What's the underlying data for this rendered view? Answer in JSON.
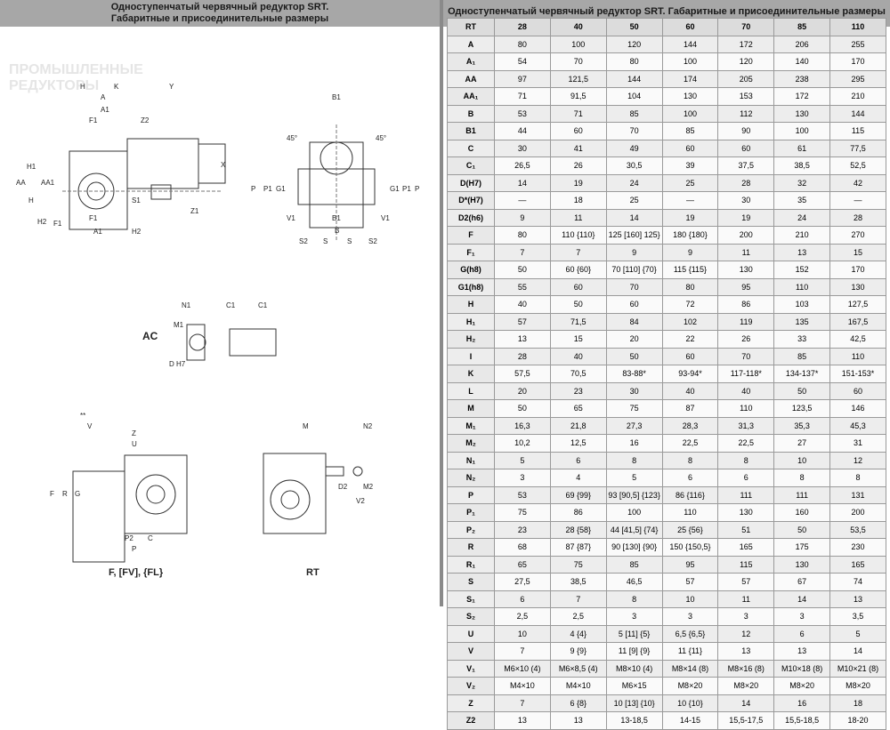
{
  "left_header": {
    "line1": "Одноступенчатый червячный редуктор SRT.",
    "line2": "Габаритные и присоединительные размеры"
  },
  "right_header": "Одноступенчатый червячный редуктор SRT. Габаритные и присоединительные размеры",
  "watermark": {
    "line1": "ПРОМЫШЛЕННЫЕ",
    "line2": "РЕДУКТОРЫ"
  },
  "diagram_labels": {
    "main": [
      "H",
      "K",
      "Y",
      "A",
      "A1",
      "F1",
      "Z2",
      "AA",
      "H1",
      "AA1",
      "H",
      "H2",
      "F1",
      "F1",
      "A1",
      "H2",
      "S1",
      "X",
      "Z1",
      "B1",
      "45°",
      "45°",
      "P",
      "P1",
      "G1",
      "G1",
      "P1",
      "P",
      "V1",
      "B1",
      "V1",
      "S2",
      "S",
      "S",
      "S2",
      "B"
    ],
    "ac": [
      "AC",
      "N1",
      "C1",
      "C1",
      "M1",
      "D H7"
    ],
    "flange": [
      "**",
      "V",
      "Z",
      "U",
      "F",
      "R",
      "G",
      "P2",
      "P",
      "C",
      "F, [FV], {FL}"
    ],
    "rt": [
      "M",
      "N2",
      "D2",
      "M2",
      "V2",
      "RT"
    ]
  },
  "table": {
    "rows": [
      {
        "label": "RT",
        "values": [
          "28",
          "40",
          "50",
          "60",
          "70",
          "85",
          "110"
        ]
      },
      {
        "label": "A",
        "values": [
          "80",
          "100",
          "120",
          "144",
          "172",
          "206",
          "255"
        ]
      },
      {
        "label": "A₁",
        "values": [
          "54",
          "70",
          "80",
          "100",
          "120",
          "140",
          "170"
        ]
      },
      {
        "label": "AA",
        "values": [
          "97",
          "121,5",
          "144",
          "174",
          "205",
          "238",
          "295"
        ]
      },
      {
        "label": "AA₁",
        "values": [
          "71",
          "91,5",
          "104",
          "130",
          "153",
          "172",
          "210"
        ]
      },
      {
        "label": "B",
        "values": [
          "53",
          "71",
          "85",
          "100",
          "112",
          "130",
          "144"
        ]
      },
      {
        "label": "B1",
        "values": [
          "44",
          "60",
          "70",
          "85",
          "90",
          "100",
          "115"
        ]
      },
      {
        "label": "C",
        "values": [
          "30",
          "41",
          "49",
          "60",
          "60",
          "61",
          "77,5"
        ]
      },
      {
        "label": "C₁",
        "values": [
          "26,5",
          "26",
          "30,5",
          "39",
          "37,5",
          "38,5",
          "52,5"
        ]
      },
      {
        "label": "D(H7)",
        "values": [
          "14",
          "19",
          "24",
          "25",
          "28",
          "32",
          "42"
        ]
      },
      {
        "label": "D*(H7)",
        "values": [
          "—",
          "18",
          "25",
          "—",
          "30",
          "35",
          "—"
        ]
      },
      {
        "label": "D2(h6)",
        "values": [
          "9",
          "11",
          "14",
          "19",
          "19",
          "24",
          "28"
        ]
      },
      {
        "label": "F",
        "values": [
          "80",
          "110 {110}",
          "125 [160] 125}",
          "180 {180}",
          "200",
          "210",
          "270"
        ]
      },
      {
        "label": "F₁",
        "values": [
          "7",
          "7",
          "9",
          "9",
          "11",
          "13",
          "15"
        ]
      },
      {
        "label": "G(h8)",
        "values": [
          "50",
          "60 {60}",
          "70 [110] {70}",
          "115 {115}",
          "130",
          "152",
          "170"
        ]
      },
      {
        "label": "G1(h8)",
        "values": [
          "55",
          "60",
          "70",
          "80",
          "95",
          "110",
          "130"
        ]
      },
      {
        "label": "H",
        "values": [
          "40",
          "50",
          "60",
          "72",
          "86",
          "103",
          "127,5"
        ]
      },
      {
        "label": "H₁",
        "values": [
          "57",
          "71,5",
          "84",
          "102",
          "119",
          "135",
          "167,5"
        ]
      },
      {
        "label": "H₂",
        "values": [
          "13",
          "15",
          "20",
          "22",
          "26",
          "33",
          "42,5"
        ]
      },
      {
        "label": "I",
        "values": [
          "28",
          "40",
          "50",
          "60",
          "70",
          "85",
          "110"
        ]
      },
      {
        "label": "K",
        "values": [
          "57,5",
          "70,5",
          "83-88*",
          "93-94*",
          "117-118*",
          "134-137*",
          "151-153*"
        ]
      },
      {
        "label": "L",
        "values": [
          "20",
          "23",
          "30",
          "40",
          "40",
          "50",
          "60"
        ]
      },
      {
        "label": "M",
        "values": [
          "50",
          "65",
          "75",
          "87",
          "110",
          "123,5",
          "146"
        ]
      },
      {
        "label": "M₁",
        "values": [
          "16,3",
          "21,8",
          "27,3",
          "28,3",
          "31,3",
          "35,3",
          "45,3"
        ]
      },
      {
        "label": "M₂",
        "values": [
          "10,2",
          "12,5",
          "16",
          "22,5",
          "22,5",
          "27",
          "31"
        ]
      },
      {
        "label": "N₁",
        "values": [
          "5",
          "6",
          "8",
          "8",
          "8",
          "10",
          "12"
        ]
      },
      {
        "label": "N₂",
        "values": [
          "3",
          "4",
          "5",
          "6",
          "6",
          "8",
          "8"
        ]
      },
      {
        "label": "P",
        "values": [
          "53",
          "69 {99}",
          "93 [90,5] {123}",
          "86 {116}",
          "111",
          "111",
          "131"
        ]
      },
      {
        "label": "P₁",
        "values": [
          "75",
          "86",
          "100",
          "110",
          "130",
          "160",
          "200"
        ]
      },
      {
        "label": "P₂",
        "values": [
          "23",
          "28 {58}",
          "44 [41,5] {74}",
          "25 {56}",
          "51",
          "50",
          "53,5"
        ]
      },
      {
        "label": "R",
        "values": [
          "68",
          "87 {87}",
          "90 [130] {90}",
          "150 {150,5}",
          "165",
          "175",
          "230"
        ]
      },
      {
        "label": "R₁",
        "values": [
          "65",
          "75",
          "85",
          "95",
          "115",
          "130",
          "165"
        ]
      },
      {
        "label": "S",
        "values": [
          "27,5",
          "38,5",
          "46,5",
          "57",
          "57",
          "67",
          "74"
        ]
      },
      {
        "label": "S₁",
        "values": [
          "6",
          "7",
          "8",
          "10",
          "11",
          "14",
          "13"
        ]
      },
      {
        "label": "S₂",
        "values": [
          "2,5",
          "2,5",
          "3",
          "3",
          "3",
          "3",
          "3,5"
        ]
      },
      {
        "label": "U",
        "values": [
          "10",
          "4 {4}",
          "5 [11] {5}",
          "6,5 {6,5}",
          "12",
          "6",
          "5"
        ]
      },
      {
        "label": "V",
        "values": [
          "7",
          "9 {9}",
          "11 [9] {9}",
          "11 {11}",
          "13",
          "13",
          "14"
        ]
      },
      {
        "label": "V₁",
        "values": [
          "M6×10 (4)",
          "M6×8,5 (4)",
          "M8×10 (4)",
          "M8×14 (8)",
          "M8×16 (8)",
          "M10×18 (8)",
          "M10×21 (8)"
        ]
      },
      {
        "label": "V₂",
        "values": [
          "M4×10",
          "M4×10",
          "M6×15",
          "M8×20",
          "M8×20",
          "M8×20",
          "M8×20"
        ]
      },
      {
        "label": "Z",
        "values": [
          "7",
          "6 {8}",
          "10 [13] {10}",
          "10 {10}",
          "14",
          "16",
          "18"
        ]
      },
      {
        "label": "Z2",
        "values": [
          "13",
          "13",
          "13-18,5",
          "14-15",
          "15,5-17,5",
          "15,5-18,5",
          "18-20"
        ]
      }
    ]
  }
}
